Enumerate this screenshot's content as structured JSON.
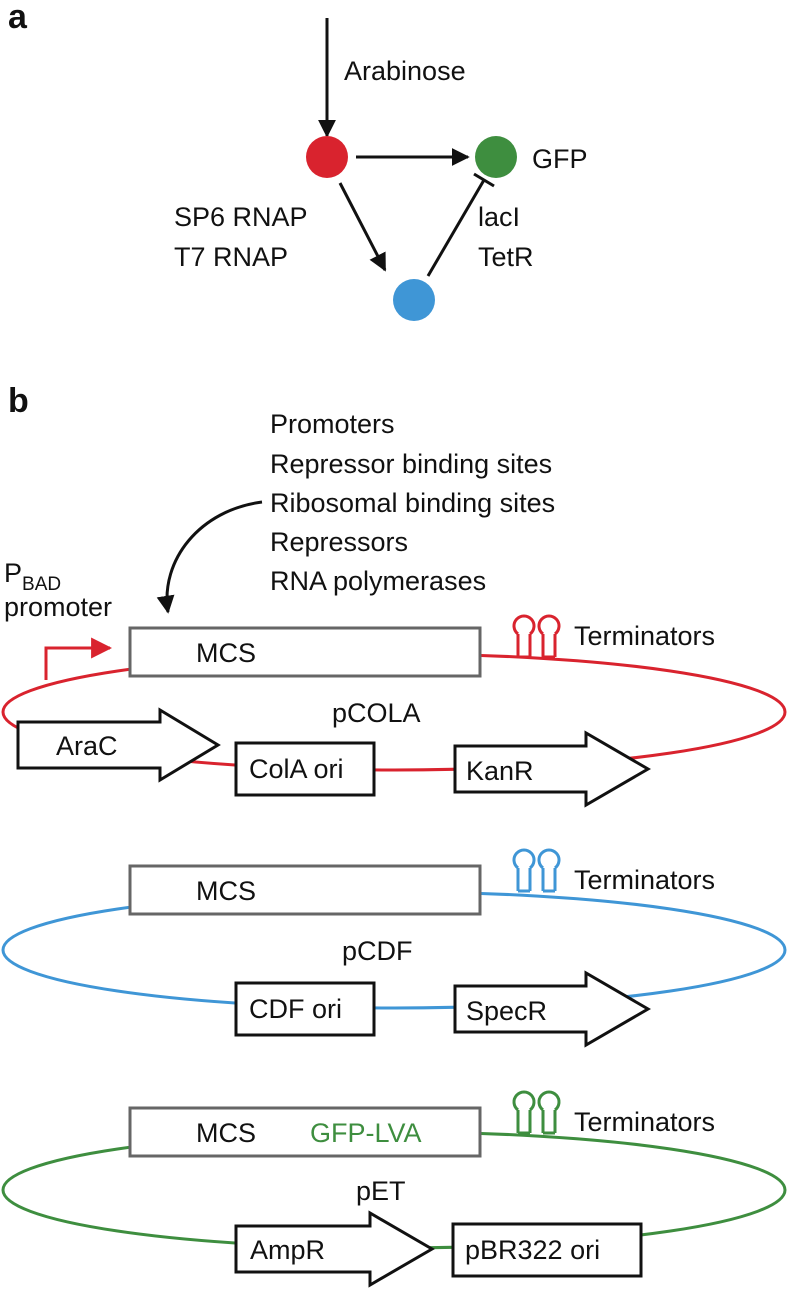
{
  "panel_a": {
    "letter": "a",
    "input_label": "Arabinose",
    "output_label": "GFP",
    "left_labels": [
      "SP6 RNAP",
      "T7 RNAP"
    ],
    "right_labels": [
      "lacI",
      "TetR"
    ],
    "colors": {
      "red": "#d9232e",
      "green": "#3e8e3f",
      "blue": "#3f96d6"
    }
  },
  "panel_b": {
    "letter": "b",
    "insert_list": [
      "Promoters",
      "Repressor binding sites",
      "Ribosomal binding sites",
      "Repressors",
      "RNA polymerases"
    ],
    "promoter_label": {
      "main": "P",
      "subscript": "BAD",
      "second_line": "promoter"
    },
    "plasmids": [
      {
        "name": "pCOLA",
        "color": "#d9232e",
        "mcs_label": "MCS",
        "terminator_label": "Terminators",
        "parts": [
          "AraC",
          "ColA ori",
          "KanR"
        ]
      },
      {
        "name": "pCDF",
        "color": "#3f96d6",
        "mcs_label": "MCS",
        "terminator_label": "Terminators",
        "parts": [
          "CDF ori",
          "SpecR"
        ]
      },
      {
        "name": "pET",
        "color": "#3e8e3f",
        "mcs_label": "MCS",
        "mcs_insert": "GFP-LVA",
        "terminator_label": "Terminators",
        "parts": [
          "AmpR",
          "pBR322 ori"
        ]
      }
    ]
  }
}
